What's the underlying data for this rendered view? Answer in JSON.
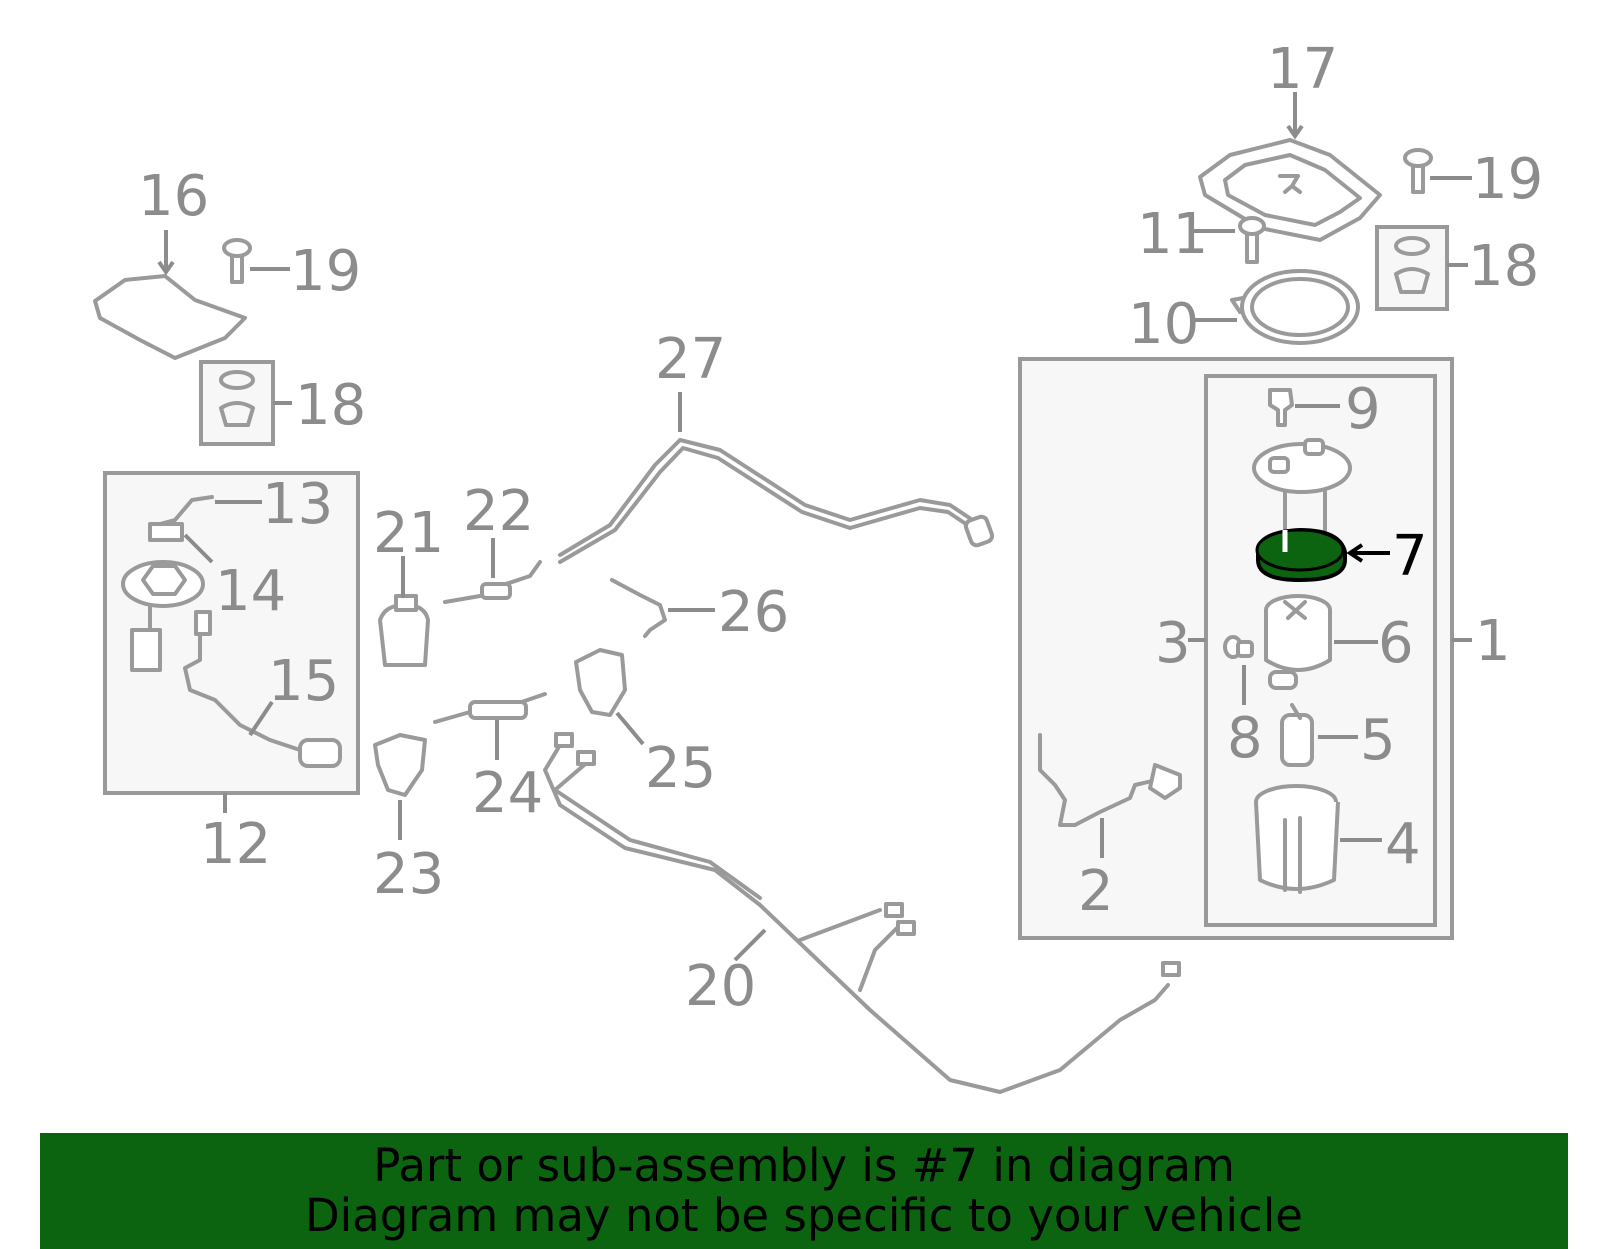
{
  "colors": {
    "highlight": "#0d6410",
    "line": "#9a9a9a",
    "label": "#8c8c8c",
    "box_fill": "#f7f7f7"
  },
  "callouts": {
    "c1": "1",
    "c2": "2",
    "c3": "3",
    "c4": "4",
    "c5": "5",
    "c6": "6",
    "c7": "7",
    "c8": "8",
    "c9": "9",
    "c10": "10",
    "c11": "11",
    "c12": "12",
    "c13": "13",
    "c14": "14",
    "c15": "15",
    "c16": "16",
    "c17": "17",
    "c18a": "18",
    "c18b": "18",
    "c19a": "19",
    "c19b": "19",
    "c20": "20",
    "c21": "21",
    "c22": "22",
    "c23": "23",
    "c24": "24",
    "c25": "25",
    "c26": "26",
    "c27": "27"
  },
  "highlighted_part": "7",
  "banner": {
    "line1": "Part or sub-assembly is #7 in diagram",
    "line2": "Diagram may not be specific to your vehicle"
  }
}
